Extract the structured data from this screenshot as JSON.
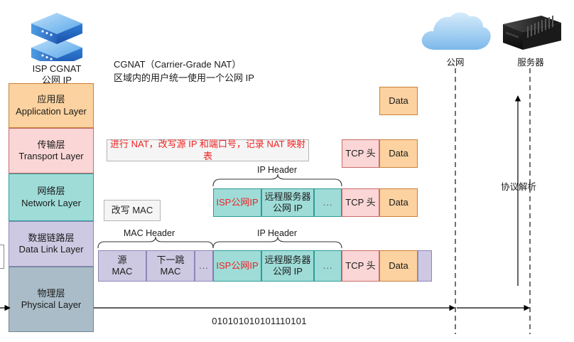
{
  "nodes": {
    "isp": {
      "icon": "server-stack-icon",
      "line1": "ISP  CGNAT",
      "line2": "公网 IP"
    },
    "cloud": {
      "icon": "cloud-icon",
      "label": "公网"
    },
    "server": {
      "icon": "server-rack-icon",
      "label": "服务器"
    }
  },
  "cgnat_note": {
    "line1": "CGNAT（Carrier-Grade NAT）",
    "line2": "区域内的用户统一使用一个公网 IP"
  },
  "layers": [
    {
      "cn": "应用层",
      "en": "Application Layer",
      "color": "#fbd2a0",
      "border": "#c9813a"
    },
    {
      "cn": "传输层",
      "en": "Transport Layer",
      "color": "#fad6d6",
      "border": "#c96a6a"
    },
    {
      "cn": "网络层",
      "en": "Network Layer",
      "color": "#9fdcd8",
      "border": "#2d9b94"
    },
    {
      "cn": "数据链路层",
      "en": "Data Link Layer",
      "color": "#cdc9e2",
      "border": "#8d86b8"
    },
    {
      "cn": "物理层",
      "en": "Physical Layer",
      "color": "#a9bcc8",
      "border": "#6f8694"
    }
  ],
  "notes": {
    "nat": "进行 NAT，改写源 IP 和端口号，记录 NAT 映射表",
    "mac": "改写 MAC"
  },
  "packets": {
    "application": [
      {
        "label": "Data",
        "type": "data"
      }
    ],
    "transport": [
      {
        "label": "TCP 头",
        "type": "tcp"
      },
      {
        "label": "Data",
        "type": "data"
      }
    ],
    "network": [
      {
        "label": "ISP公网IP",
        "type": "ip",
        "red": true
      },
      {
        "label2": [
          "远程服务器",
          "公网 IP"
        ],
        "type": "ip"
      },
      {
        "label": "...",
        "type": "ip",
        "dots": true
      },
      {
        "label": "TCP 头",
        "type": "tcp"
      },
      {
        "label": "Data",
        "type": "data"
      }
    ],
    "datalink": [
      {
        "label2": [
          "源",
          "MAC"
        ],
        "type": "mac"
      },
      {
        "label2": [
          "下一跳",
          "MAC"
        ],
        "type": "mac"
      },
      {
        "label": "...",
        "type": "mac",
        "dots": true
      },
      {
        "label": "ISP公网IP",
        "type": "ip",
        "red": true
      },
      {
        "label2": [
          "远程服务器",
          "公网 IP"
        ],
        "type": "ip"
      },
      {
        "label": "...",
        "type": "ip",
        "dots": true
      },
      {
        "label": "TCP 头",
        "type": "tcp"
      },
      {
        "label": "Data",
        "type": "data"
      },
      {
        "label": "",
        "type": "fcs"
      }
    ]
  },
  "brace_labels": {
    "ip_header_network": "IP Header",
    "mac_header_datalink": "MAC Header",
    "ip_header_datalink": "IP Header"
  },
  "flow": {
    "bits": "010101010101110101",
    "parse_label": "协议解析"
  },
  "colors": {
    "accent_red": "#ee2222",
    "data": "#fbd2a0",
    "tcp": "#fad6d6",
    "ip": "#9fdcd8",
    "mac": "#cdc9e2",
    "physical": "#a9bcc8"
  }
}
